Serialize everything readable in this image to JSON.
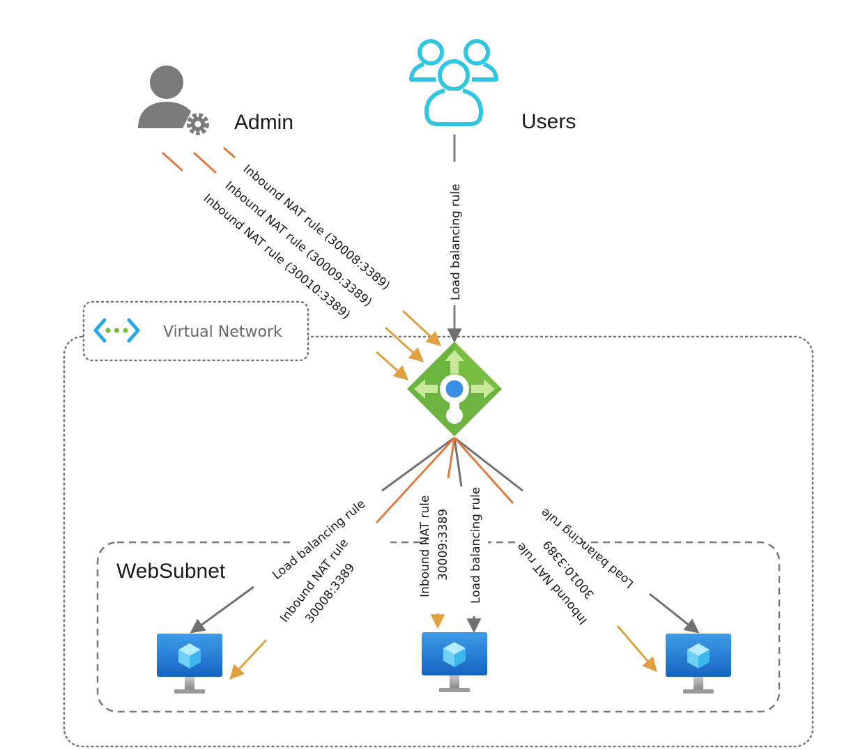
{
  "actors": {
    "admin": {
      "label": "Admin",
      "icon": "admin-user-gear-icon"
    },
    "users": {
      "label": "Users",
      "icon": "users-group-icon"
    }
  },
  "network": {
    "vnet_label": "Virtual Network",
    "vnet_icon": "virtual-network-icon",
    "subnet_label": "WebSubnet",
    "load_balancer_icon": "load-balancer-icon",
    "vm_icon": "virtual-machine-icon"
  },
  "inbound_rules": {
    "nat_30008": "Inbound NAT rule (30008:3389)",
    "nat_30009": "Inbound NAT rule (30009:3389)",
    "nat_30010": "Inbound NAT rule (30010:3389)",
    "lb_rule": "Load balancing rule"
  },
  "backend_rules": {
    "vm1_lb": "Load balancing rule",
    "vm1_nat_line1": "Inbound NAT rule",
    "vm1_nat_line2": "30008:3389",
    "vm2_nat_line1": "Inbound NAT rule",
    "vm2_nat_line2": "30009:3389",
    "vm2_lb": "Load balancing rule",
    "vm3_nat_line1": "Inbound NAT rule",
    "vm3_nat_line2": "30010:3389",
    "vm3_lb": "Load balancing rule"
  },
  "colors": {
    "gray_line": "#808080",
    "orange_line": "#E07A3F",
    "orange_arrow": "#E0A040",
    "users_blue": "#30C5E0",
    "lb_green": "#6DB33F",
    "vm_blue": "#1E78D4"
  }
}
